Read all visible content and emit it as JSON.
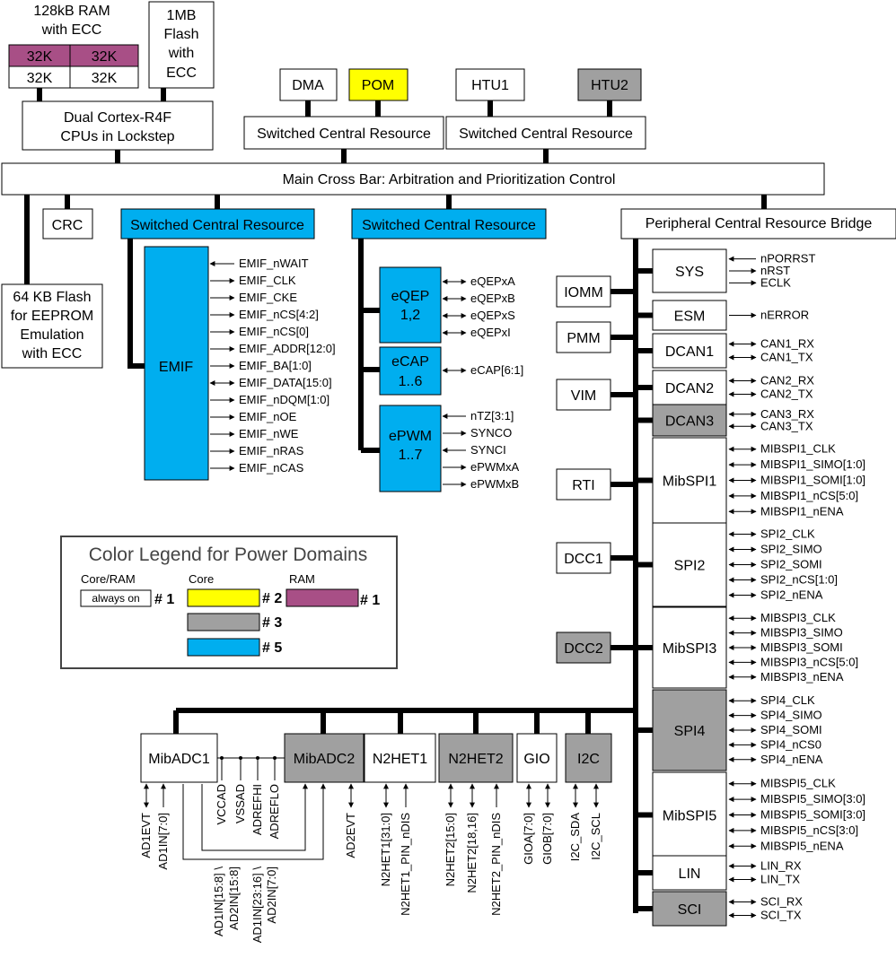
{
  "colors": {
    "white": "#ffffff",
    "yellow": "#ffff00",
    "gray": "#a0a0a0",
    "blue": "#00aeef",
    "purple": "#a84f86"
  },
  "ram": {
    "title_line1": "128kB RAM",
    "title_line2": "with ECC",
    "cells": [
      "32K",
      "32K",
      "32K",
      "32K"
    ]
  },
  "flash": {
    "lines": [
      "1MB",
      "Flash",
      "with",
      "ECC"
    ]
  },
  "cpu": {
    "line1": "Dual Cortex-R4F",
    "line2": "CPUs in Lockstep"
  },
  "masters": {
    "dma": "DMA",
    "pom": "POM",
    "htu1": "HTU1",
    "htu2": "HTU2"
  },
  "scr": "Switched Central Resource",
  "crossbar": "Main Cross Bar: Arbitration and Prioritization Control",
  "crc": "CRC",
  "eeprom": {
    "lines": [
      "64 KB Flash",
      "for EEPROM",
      "Emulation",
      "with ECC"
    ]
  },
  "pcrb": "Peripheral Central Resource Bridge",
  "emif": {
    "label": "EMIF",
    "signals": [
      "EMIF_nWAIT",
      "EMIF_CLK",
      "EMIF_CKE",
      "EMIF_nCS[4:2]",
      "EMIF_nCS[0]",
      "EMIF_ADDR[12:0]",
      "EMIF_BA[1:0]",
      "EMIF_DATA[15:0]",
      "EMIF_nDQM[1:0]",
      "EMIF_nOE",
      "EMIF_nWE",
      "EMIF_nRAS",
      "EMIF_nCAS"
    ]
  },
  "eqep": {
    "line1": "eQEP",
    "line2": "1,2",
    "signals": [
      "eQEPxA",
      "eQEPxB",
      "eQEPxS",
      "eQEPxI"
    ]
  },
  "ecap": {
    "line1": "eCAP",
    "line2": "1..6",
    "signals": [
      "eCAP[6:1]"
    ]
  },
  "epwm": {
    "line1": "ePWM",
    "line2": "1..7",
    "signals": [
      "nTZ[3:1]",
      "SYNCO",
      "SYNCI",
      "ePWMxA",
      "ePWMxB"
    ]
  },
  "left_mods": [
    "IOMM",
    "PMM",
    "VIM",
    "RTI",
    "DCC1",
    "DCC2"
  ],
  "right_mods": [
    {
      "name": "SYS",
      "signals": [
        "nPORRST",
        "nRST",
        "ECLK"
      ]
    },
    {
      "name": "ESM",
      "signals": [
        "nERROR"
      ]
    },
    {
      "name": "DCAN1",
      "signals": [
        "CAN1_RX",
        "CAN1_TX"
      ]
    },
    {
      "name": "DCAN2",
      "signals": [
        "CAN2_RX",
        "CAN2_TX"
      ]
    },
    {
      "name": "DCAN3",
      "signals": [
        "CAN3_RX",
        "CAN3_TX"
      ]
    },
    {
      "name": "MibSPI1",
      "signals": [
        "MIBSPI1_CLK",
        "MIBSPI1_SIMO[1:0]",
        "MIBSPI1_SOMI[1:0]",
        "MIBSPI1_nCS[5:0]",
        "MIBSPI1_nENA"
      ]
    },
    {
      "name": "SPI2",
      "signals": [
        "SPI2_CLK",
        "SPI2_SIMO",
        "SPI2_SOMI",
        "SPI2_nCS[1:0]",
        "SPI2_nENA"
      ]
    },
    {
      "name": "MibSPI3",
      "signals": [
        "MIBSPI3_CLK",
        "MIBSPI3_SIMO",
        "MIBSPI3_SOMI",
        "MIBSPI3_nCS[5:0]",
        "MIBSPI3_nENA"
      ]
    },
    {
      "name": "SPI4",
      "signals": [
        "SPI4_CLK",
        "SPI4_SIMO",
        "SPI4_SOMI",
        "SPI4_nCS0",
        "SPI4_nENA"
      ]
    },
    {
      "name": "MibSPI5",
      "signals": [
        "MIBSPI5_CLK",
        "MIBSPI5_SIMO[3:0]",
        "MIBSPI5_SOMI[3:0]",
        "MIBSPI5_nCS[3:0]",
        "MIBSPI5_nENA"
      ]
    },
    {
      "name": "LIN",
      "signals": [
        "LIN_RX",
        "LIN_TX"
      ]
    },
    {
      "name": "SCI",
      "signals": [
        "SCI_RX",
        "SCI_TX"
      ]
    }
  ],
  "bottom_mods": [
    "MibADC1",
    "MibADC2",
    "N2HET1",
    "N2HET2",
    "GIO",
    "I2C"
  ],
  "bottom_signals": {
    "adc1": [
      "AD1EVT",
      "AD1IN[7:0]"
    ],
    "adcref": [
      "VCCAD",
      "VSSAD",
      "ADREFHI",
      "ADREFLO"
    ],
    "adcshared": [
      "AD1IN[15:8] \\",
      "AD2IN[15:8]",
      "AD1IN[23:16] \\",
      "AD2IN[7:0]"
    ],
    "adc2": [
      "AD2EVT"
    ],
    "het1": [
      "N2HET1[31:0]",
      "N2HET1_PIN_nDIS"
    ],
    "het2": [
      "N2HET2[15:0]",
      "N2HET2[18,16]",
      "N2HET2_PIN_nDIS"
    ],
    "gio": [
      "GIOA[7:0]",
      "GIOB[7:0]"
    ],
    "i2c": [
      "I2C_SDA",
      "I2C_SCL"
    ]
  },
  "legend": {
    "title": "Color Legend for Power Domains",
    "core_ram": "Core/RAM",
    "core": "Core",
    "ram": "RAM",
    "always_on": "always on",
    "d1": "# 1",
    "d2": "# 2",
    "d3": "# 3",
    "d5": "# 5",
    "d1b": "# 1"
  }
}
